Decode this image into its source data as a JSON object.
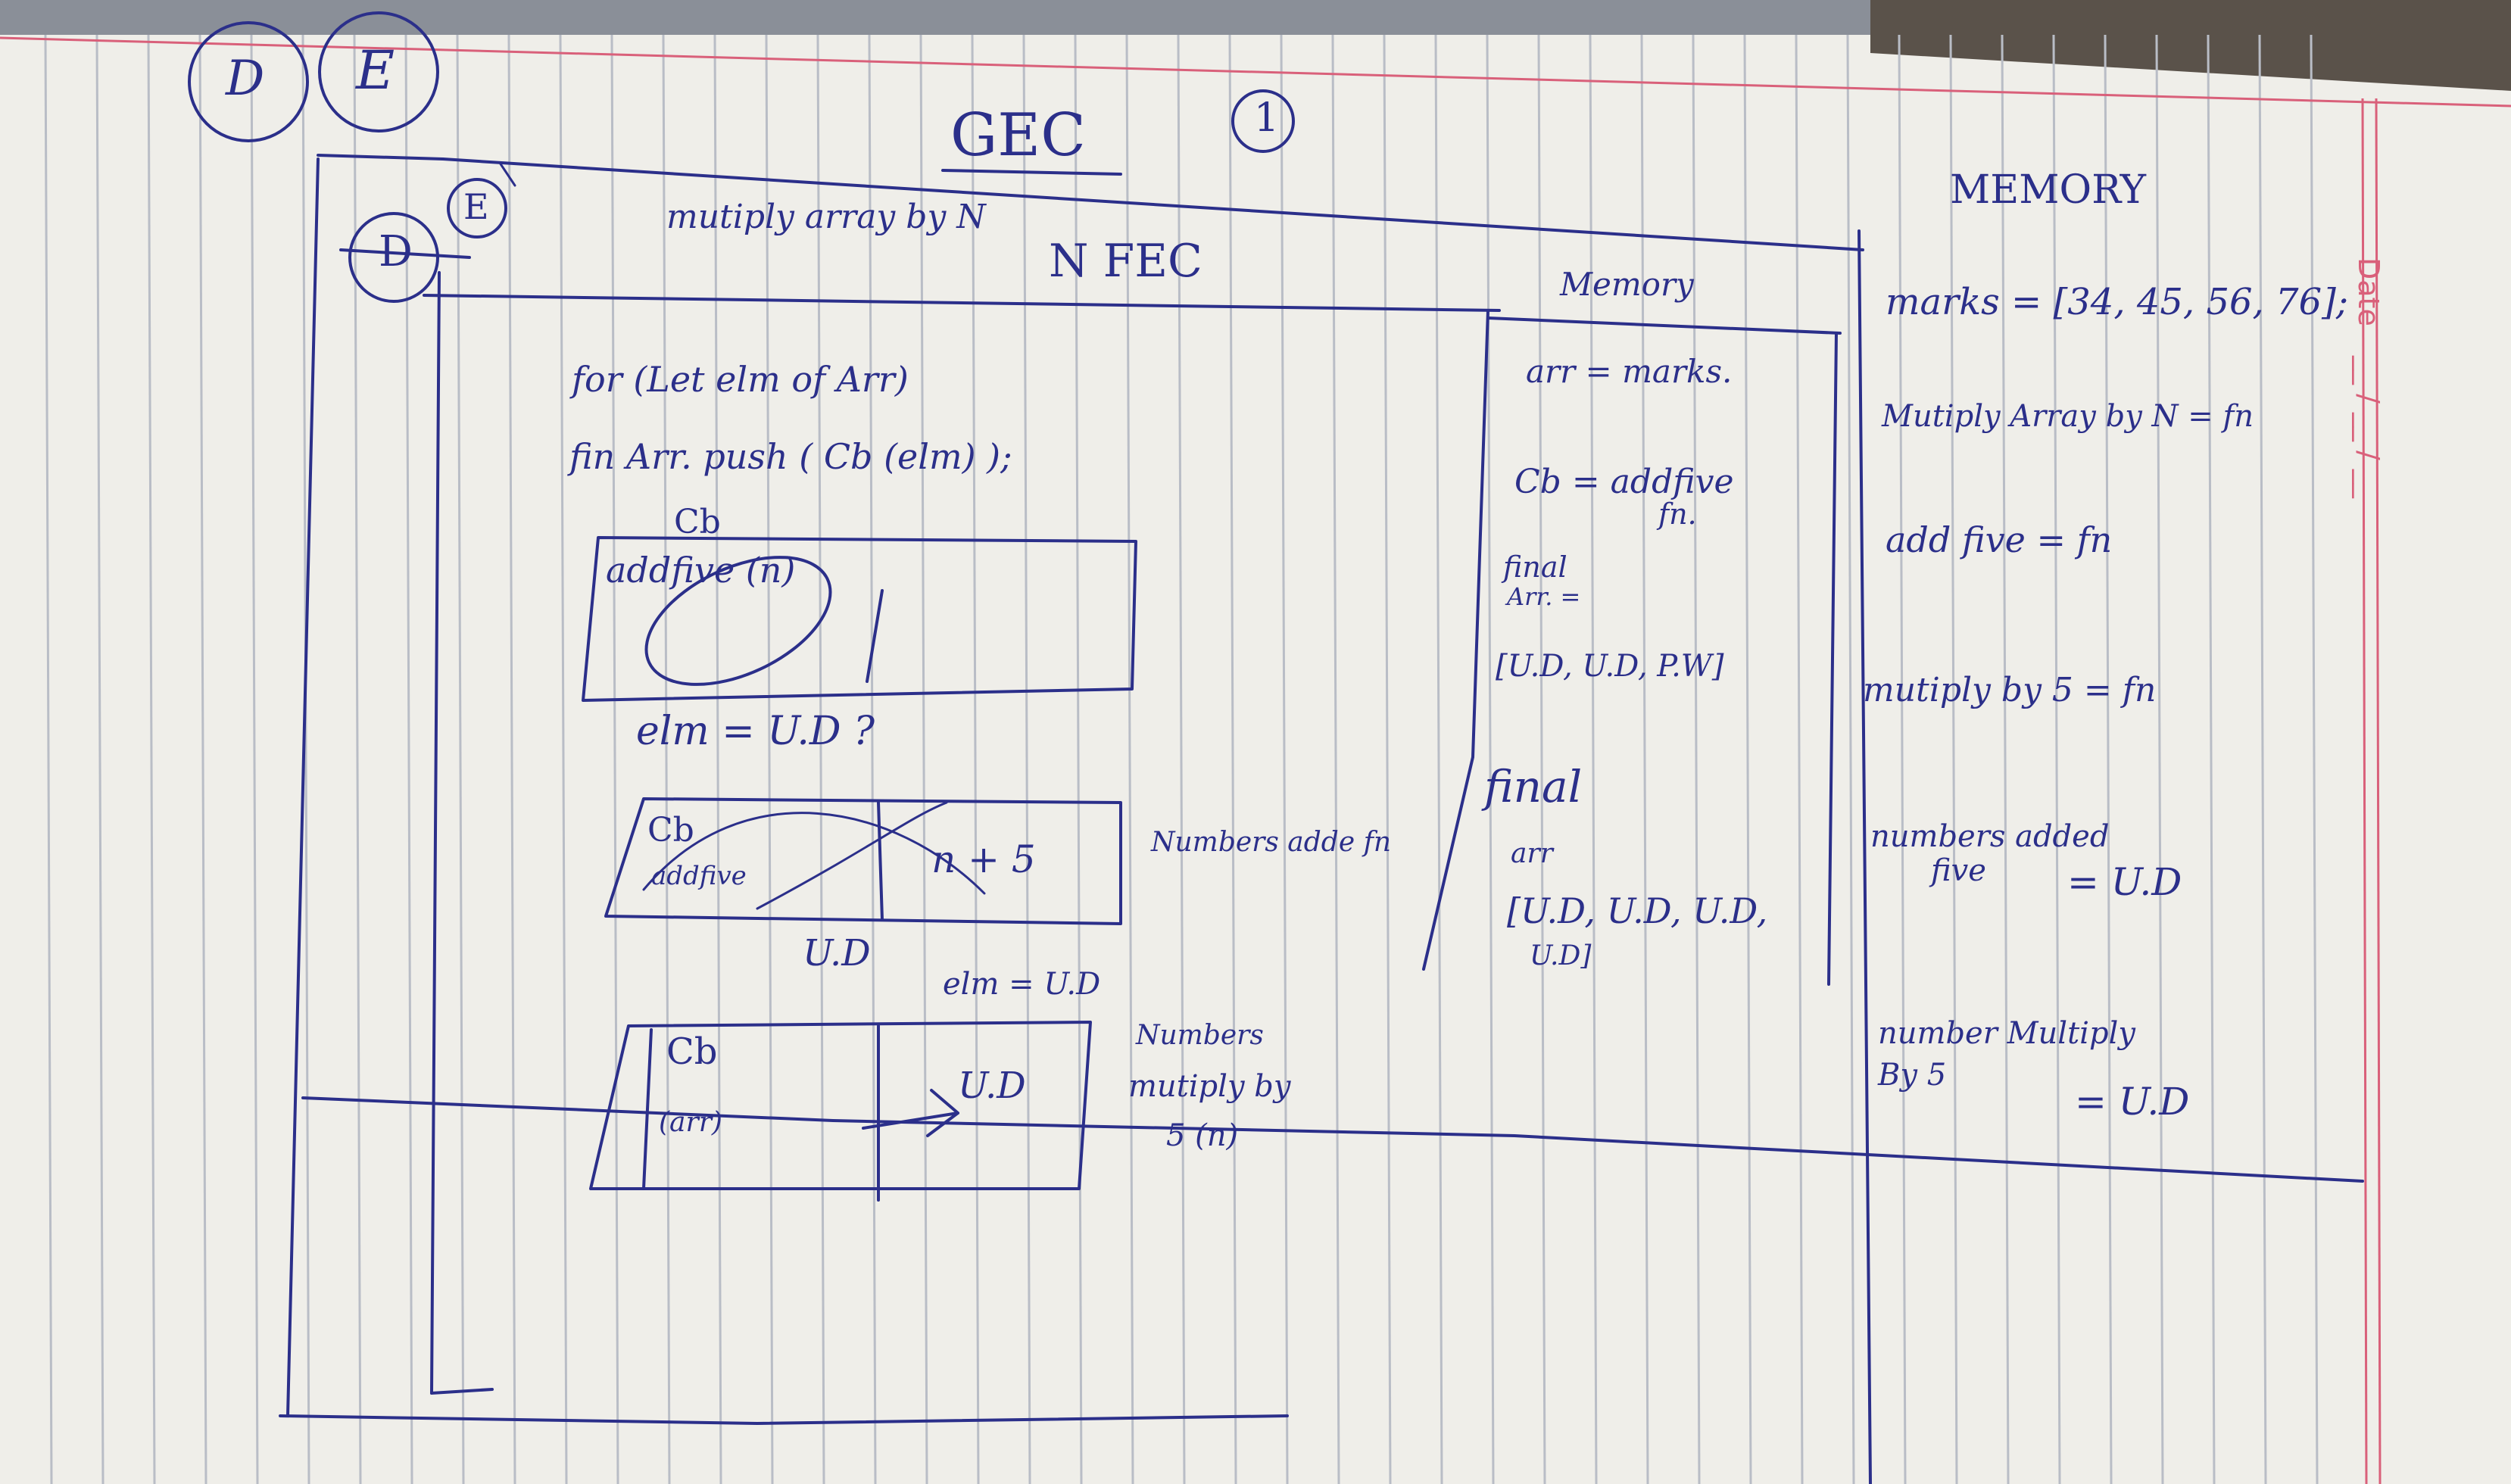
{
  "page_marks": {
    "circle_d": "D",
    "circle_e": "E",
    "page_number": "1",
    "title": "GEC"
  },
  "memory_column": {
    "heading": "MEMORY",
    "entries": [
      "marks = [34, 45, 56, 76];",
      "Mutiply Array by N = fn",
      "add five = fn",
      "mutiply by 5 = fn",
      "numbers added",
      "five",
      "= U.D",
      "number Multiply",
      "By 5",
      "= U.D"
    ]
  },
  "fec_box": {
    "circle_d": "D",
    "circle_e": "E",
    "header_line1": "mutiply array by N",
    "header_line2": "N FEC",
    "code_line1": "for (Let elm of Arr)",
    "code_line2": "fin Arr. push ( Cb (elm) );",
    "cb_box1": {
      "top_label": "Cb",
      "label": "addfive (n)"
    },
    "elm_line1": "elm = U.D ?",
    "cb_box2": {
      "label1": "Cb",
      "label2": "addfive",
      "right": "n + 5",
      "side_note": "Numbers adde fn"
    },
    "ud_line": "U.D",
    "elm_line2": "elm = U.D",
    "cb_box3": {
      "label1": "Cb",
      "label2": "(arr)",
      "right": "U.D",
      "side_note1": "Numbers",
      "side_note2": "mutiply by",
      "side_note3": "5 (n)"
    }
  },
  "inner_memory": {
    "heading": "Memory",
    "line1": "arr = marks.",
    "line2": "Cb = addfive",
    "line3": "fn.",
    "line4a": "final",
    "line4b": "Arr. =",
    "line5": "[U.D, U.D, P.W]",
    "line6": "final",
    "line7": "arr",
    "line8": "[U.D, U.D, U.D,",
    "line9": "U.D]"
  },
  "margin": {
    "date_label": "Date",
    "date_slashes": "__ / __ / __"
  },
  "colors": {
    "ink": "#2b2f8a",
    "paper": "#f3f2ee",
    "rule": "#b9bdc6",
    "margin_red": "#d9607a"
  }
}
